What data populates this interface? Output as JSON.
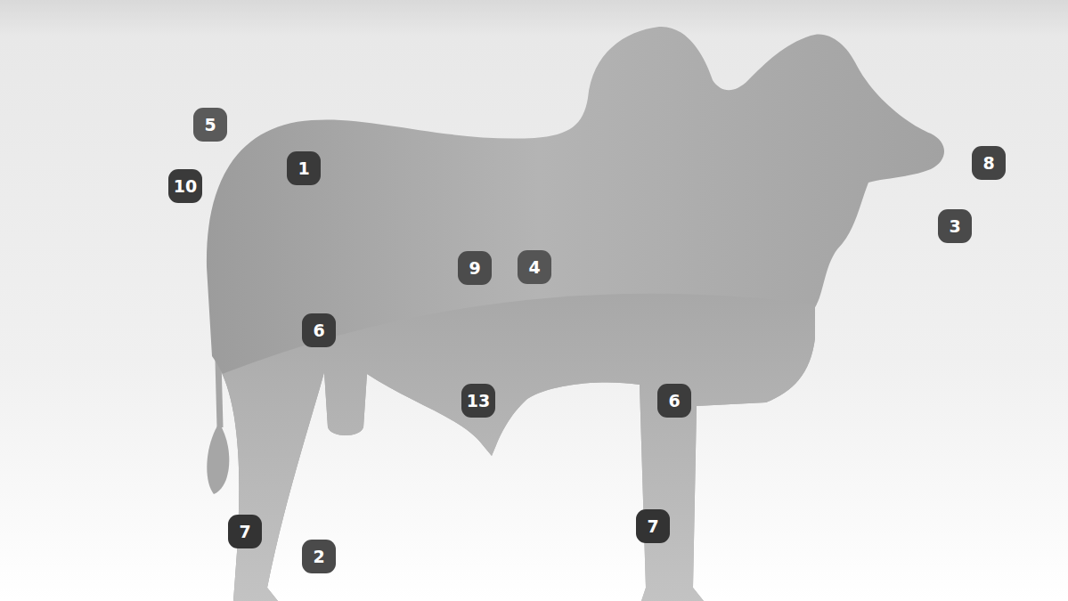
{
  "diagram": {
    "labels": [
      "5",
      "10",
      "1",
      "8",
      "3",
      "9",
      "4",
      "6",
      "13",
      "6",
      "7",
      "7",
      "2"
    ]
  }
}
